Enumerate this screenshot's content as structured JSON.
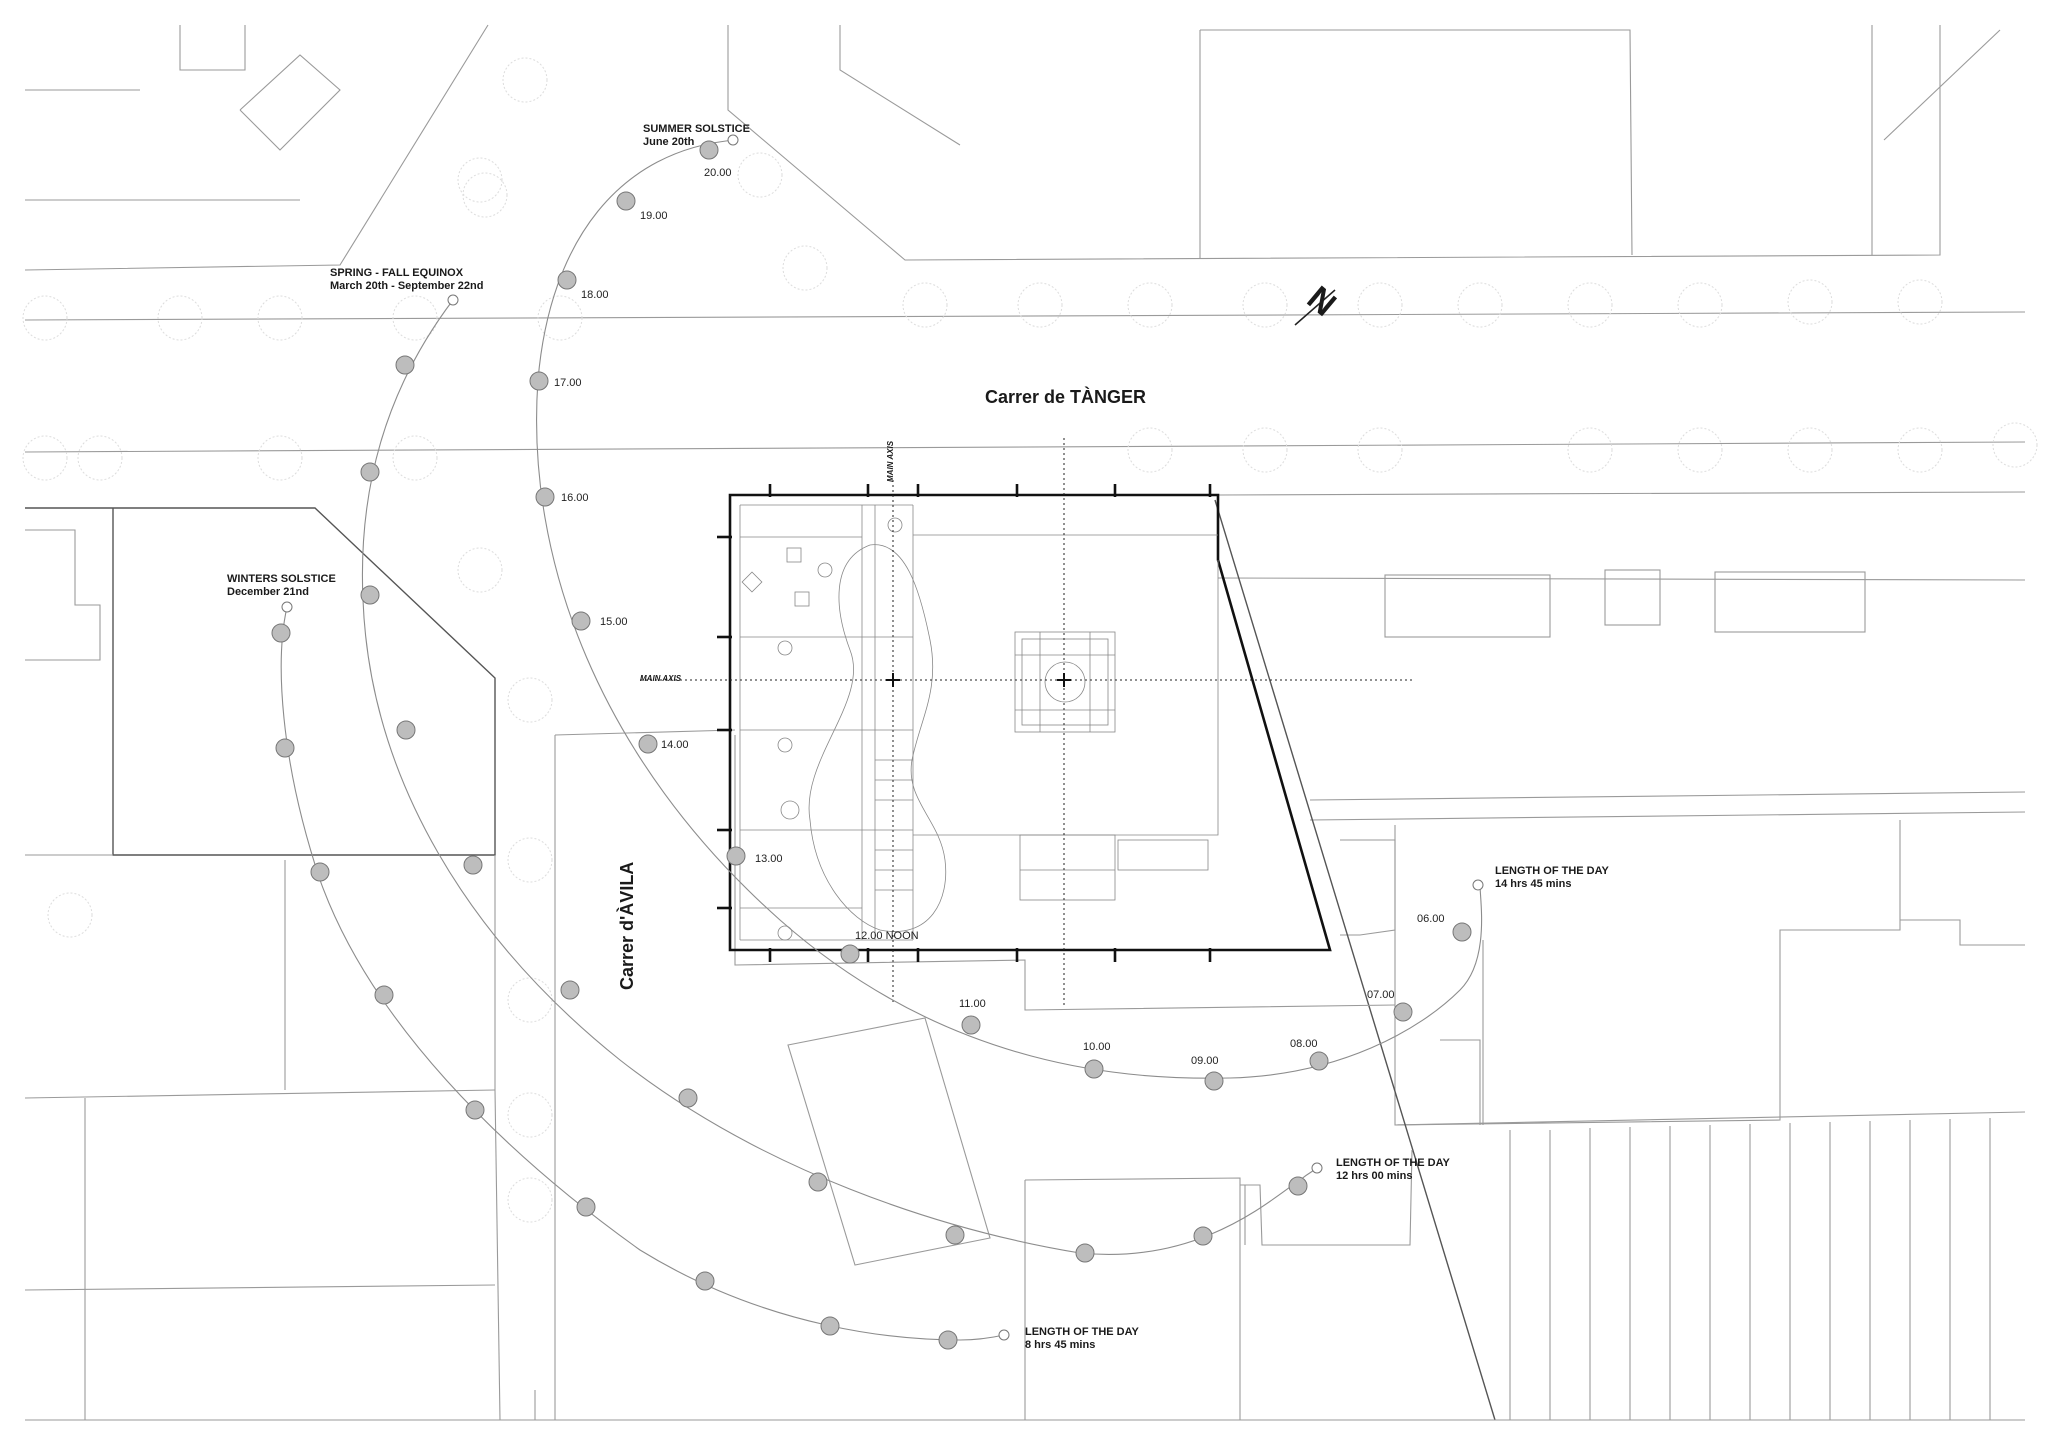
{
  "streets": {
    "tanger": "Carrer de TÀNGER",
    "avila": "Carrer d'ÀVILA"
  },
  "north_label": "N",
  "axis_label": "MAIN AXIS",
  "paths": {
    "summer": {
      "title": "SUMMER SOLSTICE",
      "date": "June 20th",
      "length_title": "LENGTH OF THE DAY",
      "length_value": "14 hrs 45 mins",
      "hours": [
        "20.00",
        "19.00",
        "18.00",
        "17.00",
        "16.00",
        "15.00",
        "14.00",
        "13.00",
        "12.00 NOON",
        "11.00",
        "10.00",
        "09.00",
        "08.00",
        "07.00",
        "06.00"
      ]
    },
    "equinox": {
      "title": "SPRING - FALL EQUINOX",
      "date": "March 20th - September 22nd",
      "length_title": "LENGTH OF THE DAY",
      "length_value": "12 hrs 00 mins"
    },
    "winter": {
      "title": "WINTERS SOLSTICE",
      "date": "December 21nd",
      "length_title": "LENGTH OF THE DAY",
      "length_value": "8 hrs 45 mins"
    }
  },
  "colors": {
    "background": "#ffffff",
    "building_outline": "#111111",
    "context_lines": "#9a9a9a",
    "sun_dot": "#bdbdbd",
    "sun_path": "#8c8c8c"
  }
}
